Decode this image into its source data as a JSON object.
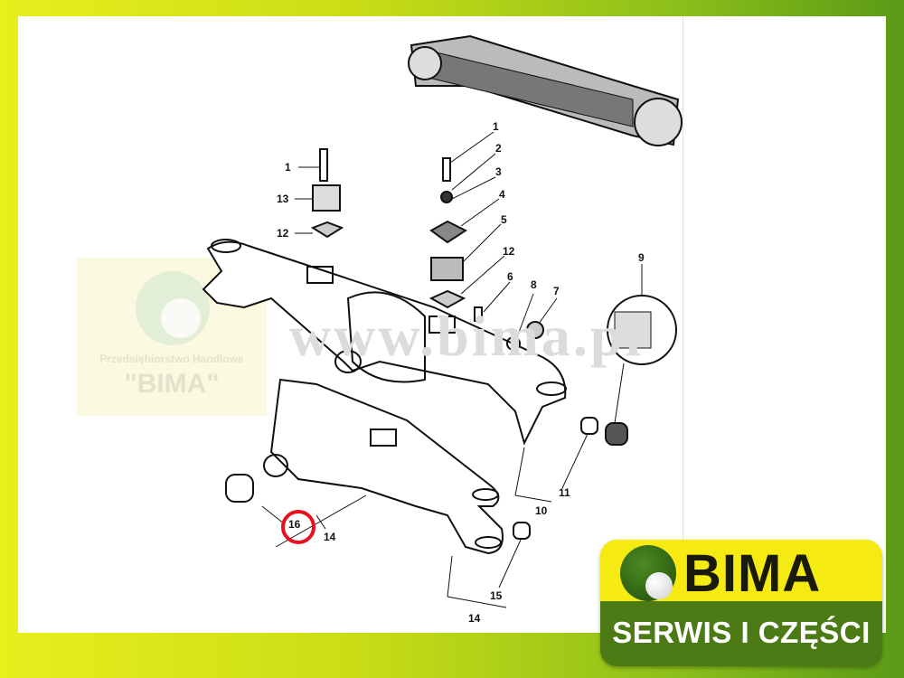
{
  "watermark": {
    "company_line": "Przedsiębiorstwo Handlowe",
    "company_name": "\"BIMA\"",
    "url": "www.bima.pl"
  },
  "logo": {
    "brand": "BIMA",
    "tagline": "SERWIS I CZĘŚCI"
  },
  "colors": {
    "highlight": "#e8101c",
    "logo_yellow": "#f5ea12",
    "logo_green": "#4c7a14"
  },
  "callouts": [
    "1",
    "13",
    "12",
    "1",
    "2",
    "3",
    "4",
    "5",
    "12",
    "6",
    "8",
    "7",
    "9",
    "11",
    "10",
    "16",
    "14",
    "15",
    "14"
  ],
  "highlighted_part": "16"
}
